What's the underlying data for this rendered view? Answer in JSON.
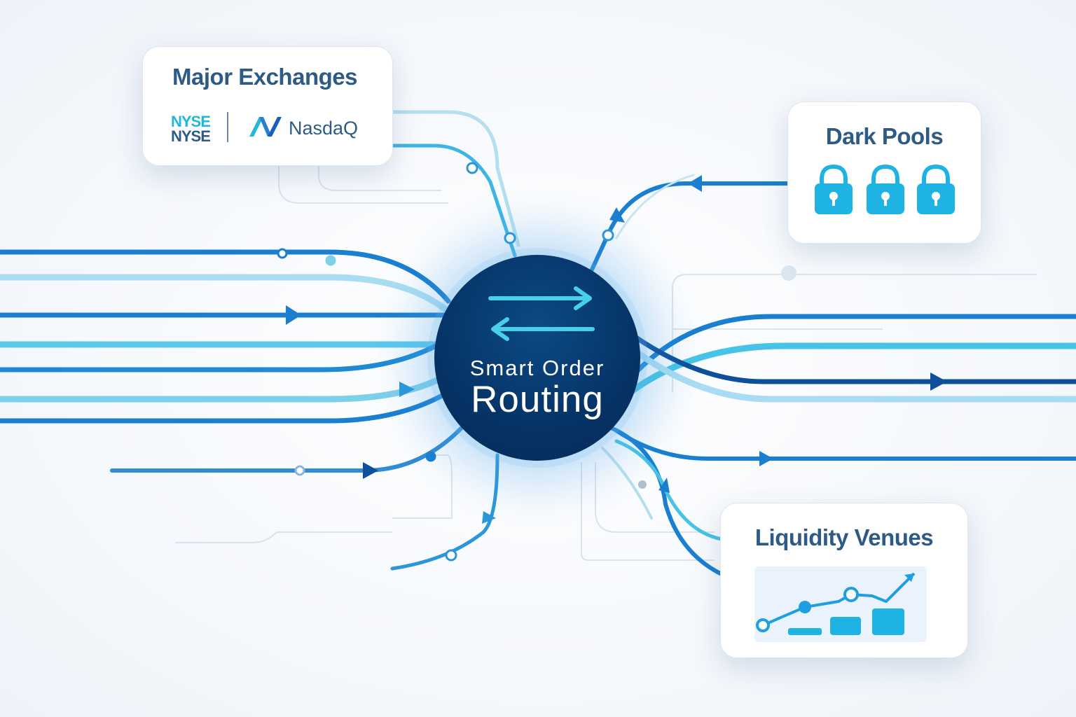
{
  "hub": {
    "line1": "Smart Order",
    "line2": "Routing"
  },
  "exchanges": {
    "title": "Major Exchanges",
    "nyse_line1": "NYSE",
    "nyse_line2": "NYSE",
    "nasdaq": "NasdaQ"
  },
  "dark_pools": {
    "title": "Dark Pools",
    "lock_count": 3
  },
  "liquidity": {
    "title": "Liquidity Venues"
  },
  "colors": {
    "hub_navy": "#063366",
    "flow_blue": "#1a7fd0",
    "flow_cyan": "#46c3e6",
    "flow_navy": "#0d4f9a",
    "title_text": "#2e5a86",
    "lock_fill": "#1fb3e3"
  },
  "icons": [
    "swap-arrows-icon",
    "lock-icon",
    "trend-chart-icon",
    "nasdaq-logo-icon",
    "nyse-logo-icon"
  ]
}
